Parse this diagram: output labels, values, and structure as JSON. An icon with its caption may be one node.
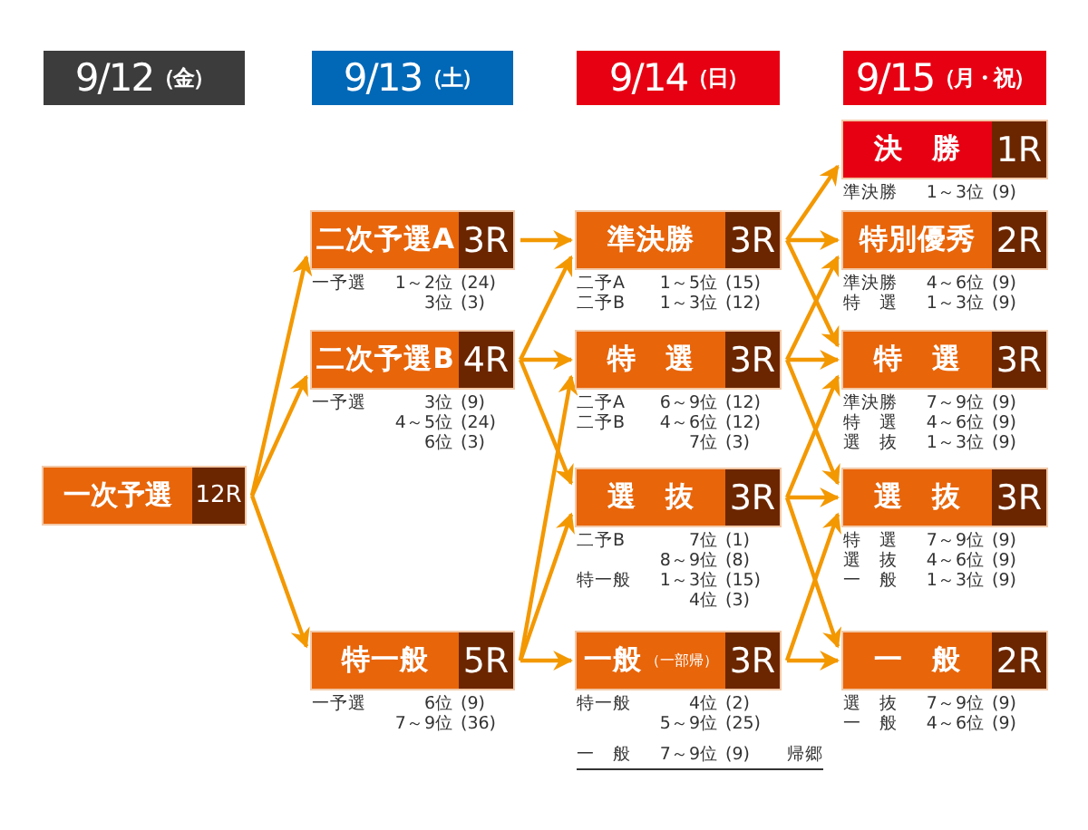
{
  "diagram": {
    "nodes": [
      {
        "text": [
          "9/12",
          "（金）"
        ]
      },
      {
        "text": [
          "9/13",
          "（土）"
        ]
      },
      {
        "text": [
          "9/14",
          "（日）"
        ]
      },
      {
        "text": [
          "9/15",
          "（月・祝）"
        ]
      },
      {
        "text": [
          "一次予選",
          "12R"
        ]
      },
      {
        "text": [
          "二次予選A",
          "3R"
        ],
        "beside": [
          "一予選 1～2位 (24)",
          "3位 (3)"
        ]
      },
      {
        "text": [
          "二次予選B",
          "4R"
        ],
        "beside": [
          "一予選 3位 (9)",
          "4～5位 (24)",
          "6位 (3)"
        ]
      },
      {
        "text": [
          "特一般",
          "5R"
        ],
        "beside": [
          "一予選 6位 (9)",
          "7～9位 (36)"
        ]
      },
      {
        "text": [
          "準決勝",
          "3R"
        ],
        "beside": [
          "二予A 1～5位 (15)",
          "二予B 1～3位 (12)"
        ]
      },
      {
        "text": [
          "特　選",
          "3R"
        ],
        "beside": [
          "二予A 6～9位 (12)",
          "二予B 4～6位 (12)",
          "7位 (3)"
        ]
      },
      {
        "text": [
          "選　抜",
          "3R"
        ],
        "beside": [
          "二予B 7位 (1)",
          "8～9位 (8)",
          "特一般 1～3位 (15)",
          "4位 (3)"
        ]
      },
      {
        "text": [
          "一般",
          "（一部帰）",
          "3R"
        ],
        "beside": [
          "特一般 4位 (2)",
          "5～9位 (25)",
          "一　般 7～9位 (9) 帰郷"
        ]
      },
      {
        "text": [
          "決　勝",
          "1R"
        ],
        "beside": [
          "準決勝 1～3位 (9)"
        ]
      },
      {
        "text": [
          "特別優秀",
          "2R"
        ],
        "beside": [
          "準決勝 4～6位 (9)",
          "特　選 1～3位 (9)"
        ]
      },
      {
        "text": [
          "特　選",
          "3R"
        ],
        "beside": [
          "準決勝 7～9位 (9)",
          "特　選 4～6位 (9)",
          "選　抜 1～3位 (9)"
        ]
      },
      {
        "text": [
          "選　抜",
          "3R"
        ],
        "beside": [
          "特　選 7～9位 (9)",
          "選　抜 4～6位 (9)",
          "一　般 1～3位 (9)"
        ]
      },
      {
        "text": [
          "一　般",
          "2R"
        ],
        "beside": [
          "選　抜 7～9位 (9)",
          "一　般 4～6位 (9)"
        ]
      }
    ],
    "edges": [
      {
        "from": 4,
        "to": 5,
        "arrow": "to"
      },
      {
        "from": 4,
        "to": 6,
        "arrow": "to"
      },
      {
        "from": 4,
        "to": 7,
        "arrow": "to"
      },
      {
        "from": 5,
        "to": 8,
        "arrow": "to"
      },
      {
        "from": 6,
        "to": 8,
        "arrow": "to"
      },
      {
        "from": 6,
        "to": 9,
        "arrow": "to"
      },
      {
        "from": 6,
        "to": 10,
        "arrow": "to"
      },
      {
        "from": 7,
        "to": 9,
        "arrow": "to"
      },
      {
        "from": 7,
        "to": 10,
        "arrow": "to"
      },
      {
        "from": 7,
        "to": 11,
        "arrow": "to"
      },
      {
        "from": 8,
        "to": 12,
        "arrow": "to"
      },
      {
        "from": 8,
        "to": 13,
        "arrow": "to"
      },
      {
        "from": 8,
        "to": 14,
        "arrow": "to"
      },
      {
        "from": 9,
        "to": 13,
        "arrow": "to"
      },
      {
        "from": 9,
        "to": 14,
        "arrow": "to"
      },
      {
        "from": 9,
        "to": 15,
        "arrow": "to"
      },
      {
        "from": 10,
        "to": 14,
        "arrow": "to"
      },
      {
        "from": 10,
        "to": 15,
        "arrow": "to"
      },
      {
        "from": 10,
        "to": 16,
        "arrow": "to"
      },
      {
        "from": 11,
        "to": 15,
        "arrow": "to"
      },
      {
        "from": 11,
        "to": 16,
        "arrow": "to"
      }
    ]
  }
}
